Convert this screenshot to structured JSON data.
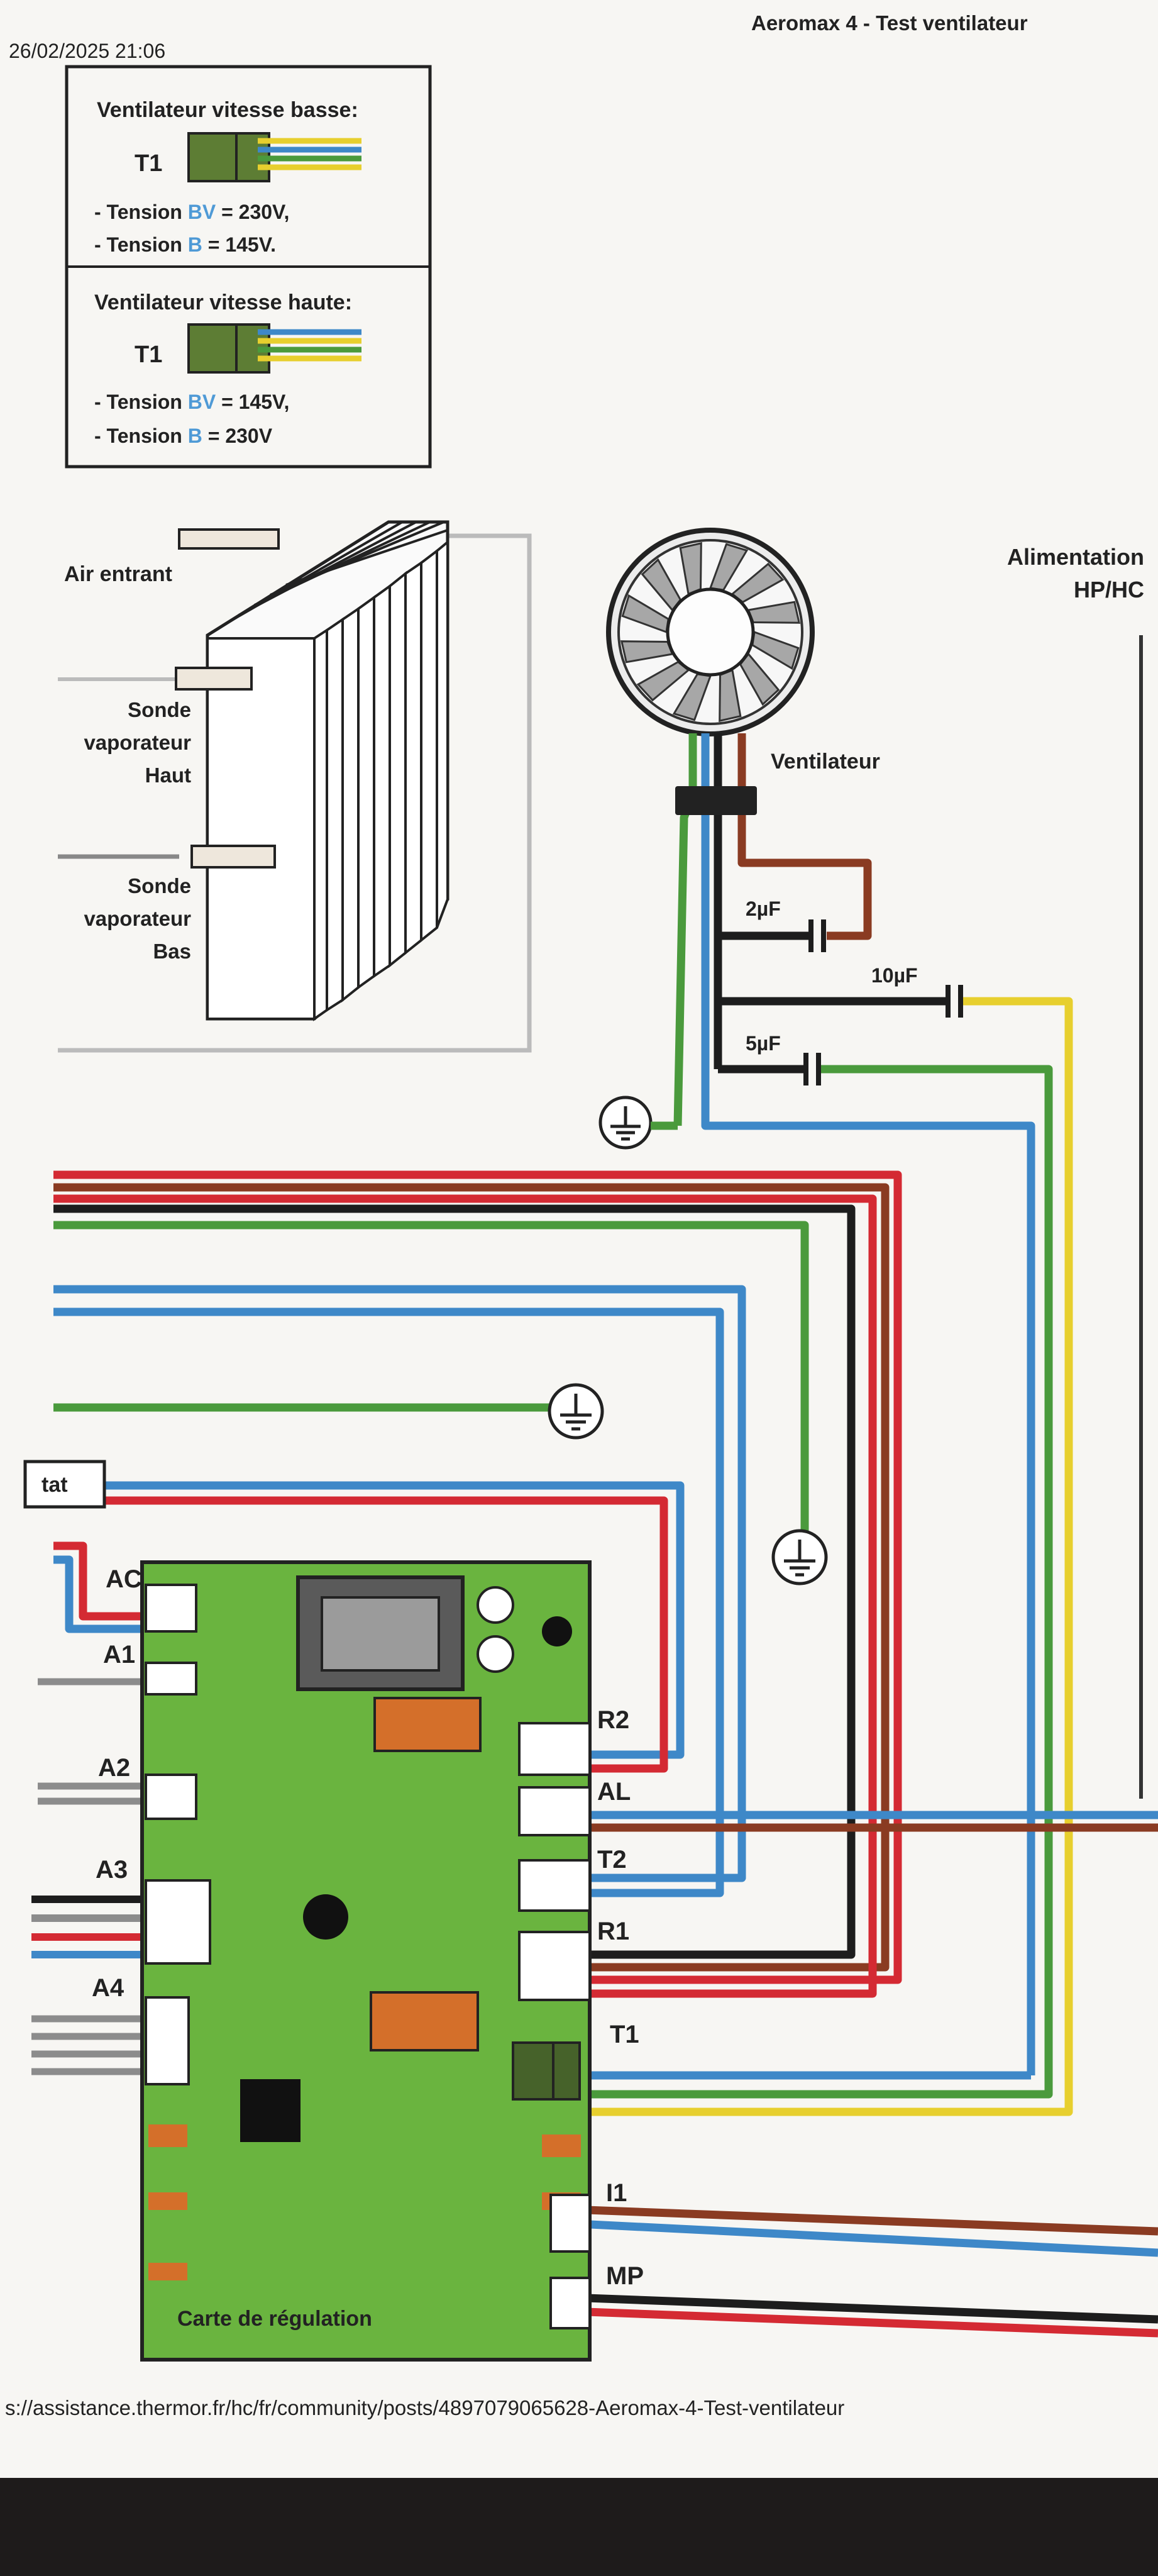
{
  "page": {
    "header_datetime": "26/02/2025 21:06",
    "header_title": "Aeromax 4 - Test ventilateur",
    "footer_url": "s://assistance.thermor.fr/hc/fr/community/posts/4897079065628-Aeromax-4-Test-ventilateur"
  },
  "legend": {
    "low_speed": {
      "title": "Ventilateur vitesse basse:",
      "terminal": "T1",
      "line1_prefix": "- Tension ",
      "line1_color_word": "BV",
      "line1_value": " = 230V,",
      "line2_prefix": "- Tension ",
      "line2_color_word": "B",
      "line2_value": " = 145V."
    },
    "high_speed": {
      "title": "Ventilateur vitesse haute:",
      "terminal": "T1",
      "line1_prefix": "- Tension ",
      "line1_color_word": "BV",
      "line1_value": " = 145V,",
      "line2_prefix": "- Tension ",
      "line2_color_word": "B",
      "line2_value": " = 230V"
    }
  },
  "evaporator": {
    "air_in": "Air entrant",
    "probe_top": [
      "Sonde",
      "vaporateur",
      "Haut"
    ],
    "probe_bottom": [
      "Sonde",
      "vaporateur",
      "Bas"
    ]
  },
  "fan": {
    "label": "Ventilateur",
    "cap_2": "2µF",
    "cap_10": "10µF",
    "cap_5": "5µF"
  },
  "power": {
    "line1": "Alimentation",
    "line2": "HP/HC"
  },
  "board": {
    "title": "Carte de régulation",
    "left_connectors": [
      "AC",
      "A1",
      "A2",
      "A3",
      "A4"
    ],
    "right_connectors": [
      "R2",
      "AL",
      "T2",
      "R1",
      "T1",
      "I1",
      "MP"
    ],
    "partial_label": "tat"
  },
  "colors": {
    "red": "#d42a33",
    "blue": "#3e88c8",
    "green": "#4a9a3c",
    "yellow": "#e7cf2e",
    "brown": "#8a3b22",
    "black": "#1d1d1d",
    "grey": "#8c8c8c",
    "board_green": "#6ab43f",
    "orange": "#d46f2a"
  }
}
